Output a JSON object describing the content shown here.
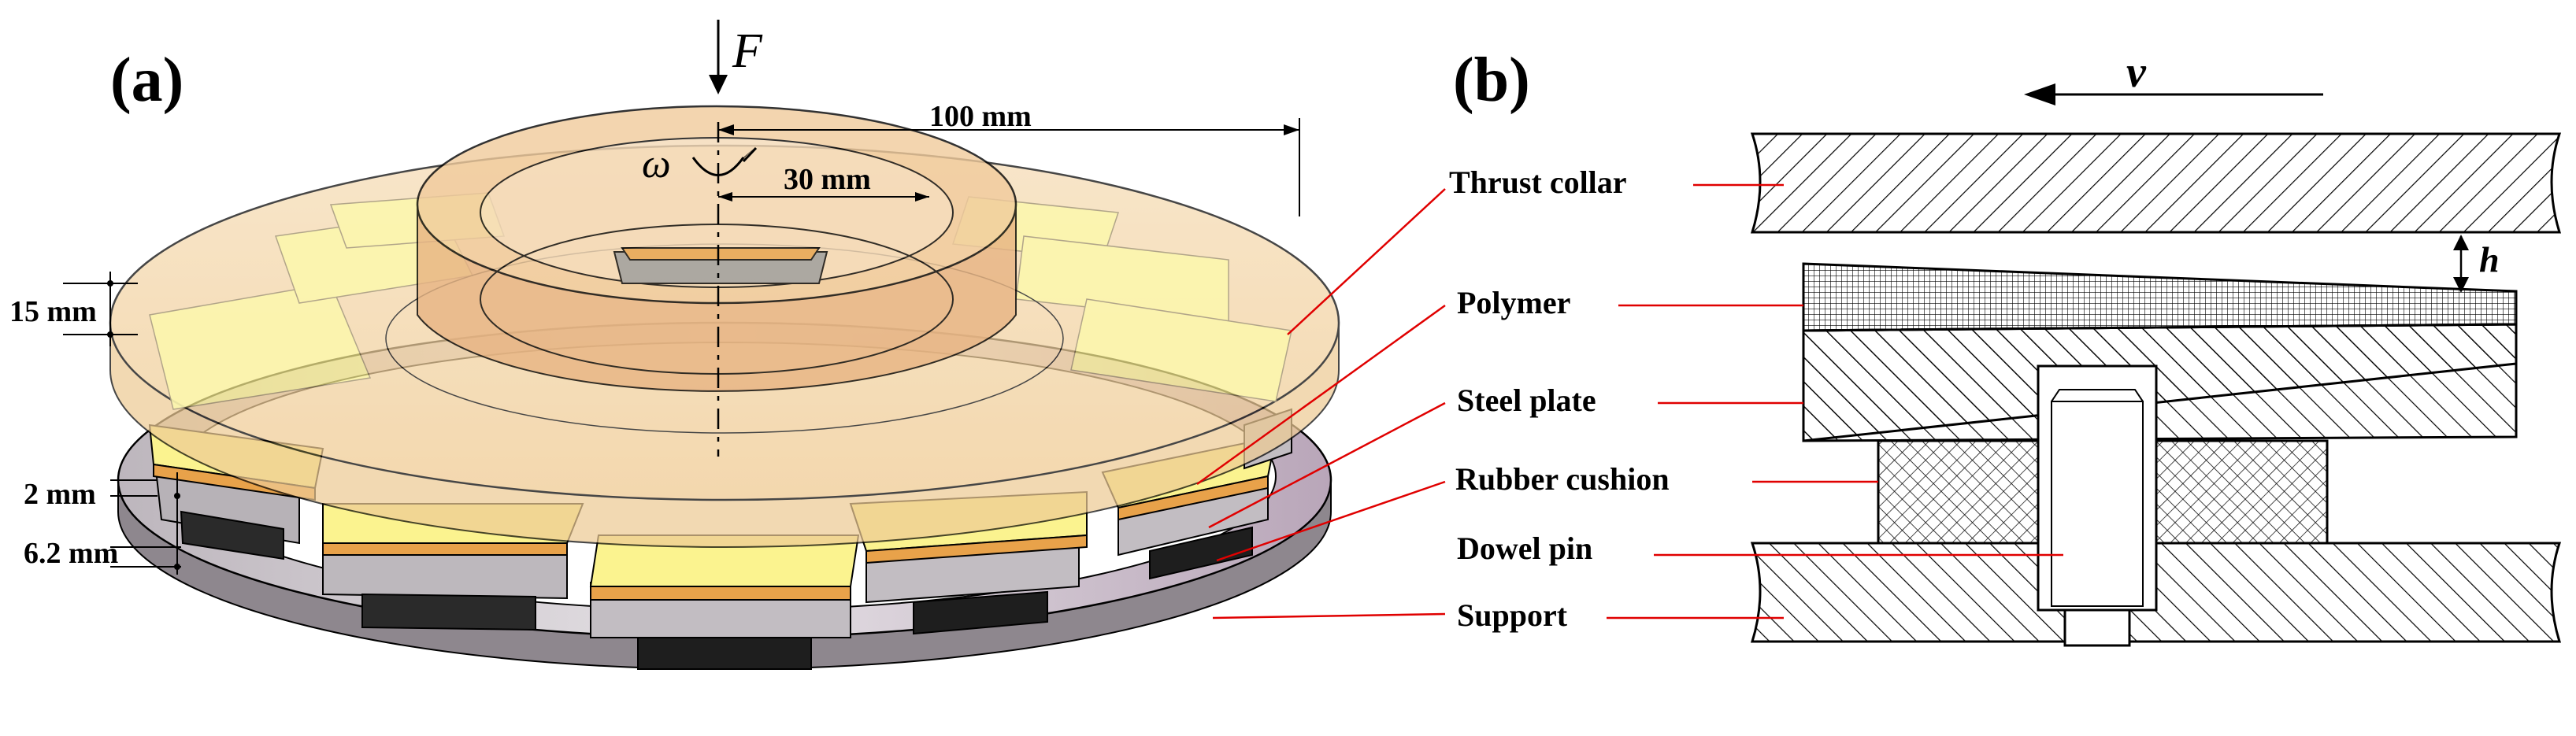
{
  "panel_a": {
    "tag": "(a)",
    "force_label": "F",
    "omega_label": "ω",
    "dim_outer": "100 mm",
    "dim_inner": "30 mm",
    "dim_thickness": "15 mm",
    "dim_pad": "2 mm",
    "dim_steel": "6.2 mm"
  },
  "panel_b": {
    "tag": "(b)",
    "velocity_label": "v",
    "gap_label": "h",
    "labels": {
      "thrust_collar": "Thrust collar",
      "polymer": "Polymer",
      "steel_plate": "Steel plate",
      "rubber_cushion": "Rubber cushion",
      "dowel_pin": "Dowel pin",
      "support": "Support"
    }
  },
  "colors": {
    "collar_fill": "#f3cf9a",
    "pad_yellow": "#fbf38f",
    "pad_orange": "#e8a24a",
    "support_grey": "#c9c2c8",
    "leader_red": "#e00000"
  }
}
